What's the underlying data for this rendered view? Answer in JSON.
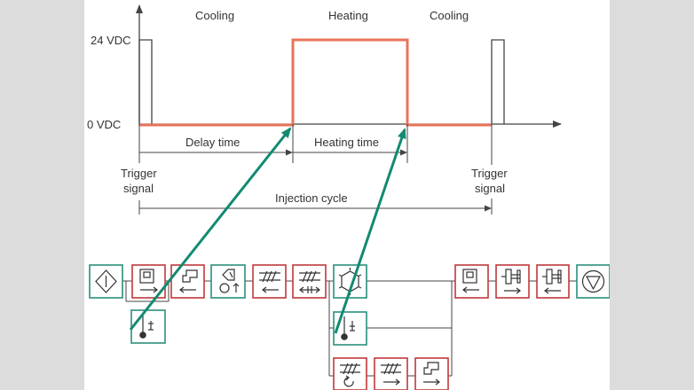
{
  "phases": {
    "cooling_left": "Cooling",
    "heating": "Heating",
    "cooling_right": "Cooling"
  },
  "voltage_levels": {
    "high": "24 VDC",
    "low": "0 VDC"
  },
  "spans": {
    "delay_time": "Delay time",
    "heating_time": "Heating time",
    "injection_cycle": "Injection cycle"
  },
  "trigger": {
    "left_line1": "Trigger",
    "left_line2": "signal",
    "right_line1": "Trigger",
    "right_line2": "signal"
  },
  "colors": {
    "signal_line": "#e8735a",
    "arrow": "#138a72",
    "axis": "#444444",
    "block_teal_border": "#2a8f7c",
    "block_red_border": "#c0393b",
    "background": "#dcdcdc"
  },
  "flow_blocks": [
    {
      "icon": "start-icon",
      "border": "teal"
    },
    {
      "icon": "mold-close-icon",
      "border": "red"
    },
    {
      "icon": "nozzle-forward-icon",
      "border": "red"
    },
    {
      "icon": "injection-unit-icon",
      "border": "teal"
    },
    {
      "icon": "screw-injection-icon",
      "border": "red"
    },
    {
      "icon": "screw-hold-pressure-icon",
      "border": "red"
    },
    {
      "icon": "cooling-sun-icon",
      "border": "teal"
    },
    {
      "icon": "thermometer-icon",
      "border": "teal"
    },
    {
      "icon": "thermometer-icon",
      "border": "teal"
    },
    {
      "icon": "screw-rotation-icon",
      "border": "red"
    },
    {
      "icon": "screw-retract-icon",
      "border": "red"
    },
    {
      "icon": "nozzle-back-icon",
      "border": "red"
    },
    {
      "icon": "mold-open-icon",
      "border": "red"
    },
    {
      "icon": "ejector-forward-icon",
      "border": "red"
    },
    {
      "icon": "ejector-back-icon",
      "border": "red"
    },
    {
      "icon": "end-icon",
      "border": "teal"
    }
  ]
}
